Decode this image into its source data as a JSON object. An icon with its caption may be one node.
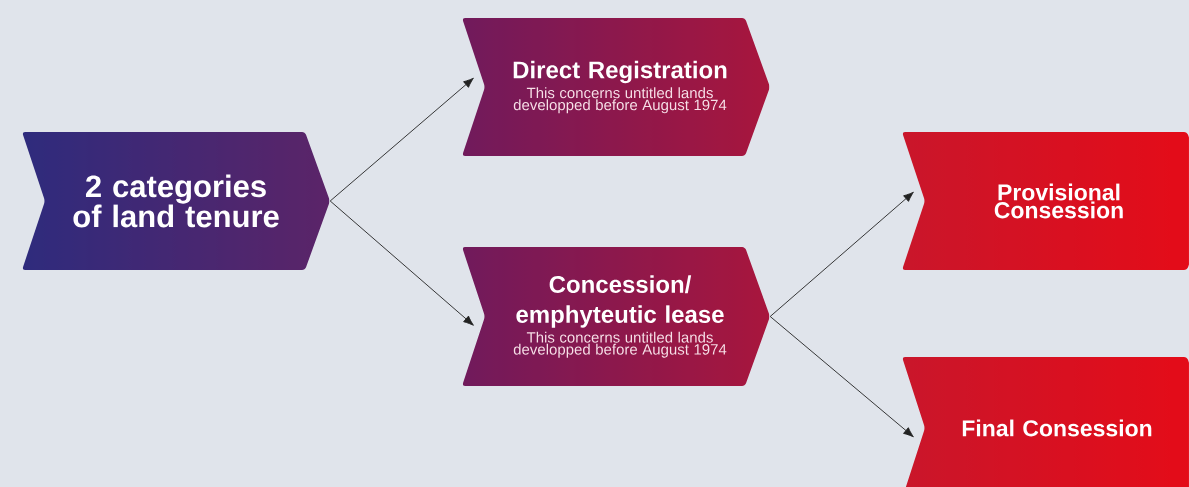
{
  "diagram": {
    "nodes": [
      {
        "text": [
          "2 categories of land tenure"
        ]
      },
      {
        "text": [
          "Direct Registration",
          "This concerns untitled lands developped before August 1974"
        ]
      },
      {
        "text": [
          "Concession/ emphyteutic lease",
          "This concerns untitled lands developped before August 1974"
        ]
      },
      {
        "text": [
          "Provisional Consession"
        ]
      },
      {
        "text": [
          "Final Consession"
        ]
      }
    ],
    "edges": [
      {
        "from": 0,
        "to": 1,
        "arrow": "to"
      },
      {
        "from": 0,
        "to": 2,
        "arrow": "to"
      },
      {
        "from": 2,
        "to": 3,
        "arrow": "to"
      },
      {
        "from": 2,
        "to": 4,
        "arrow": "to"
      }
    ]
  }
}
